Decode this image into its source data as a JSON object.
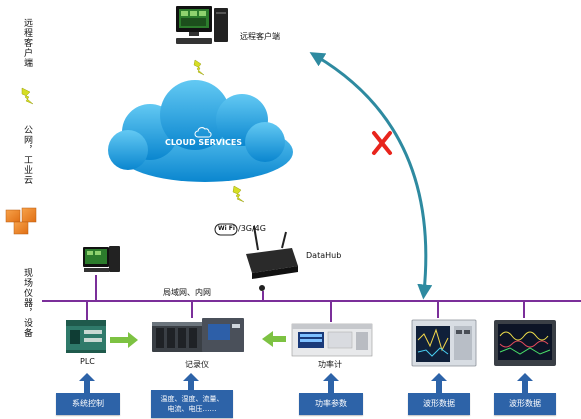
{
  "side_labels": {
    "remote_client": "远程客户端",
    "public_industrial_cloud": "公网，工业云",
    "field_devices": "现场仪器，设备"
  },
  "nodes": {
    "remote_client": "远程客户端",
    "cloud": "CLOUD SERVICES",
    "wifi": "Wi Fi",
    "network_types": "/3G/4G",
    "datahub": "DataHub",
    "lan": "局域网、内网",
    "plc": "PLC",
    "recorder": "记录仪",
    "power_meter": "功率计"
  },
  "bottom_boxes": {
    "system_control": "系统控制",
    "recorder_line1": "温度、湿度、流量、",
    "recorder_line2": "电流、电压……",
    "power_params": "功率参数",
    "waveform1": "波形数据",
    "waveform2": "波形数据"
  },
  "colors": {
    "network_line": "#7b2f9a",
    "box_bg": "#2d63a8",
    "arrow_teal": "#2e8aa0",
    "cross_red": "#e8241c",
    "lightning": "#d6de24",
    "cloud": "#1da3e0"
  }
}
